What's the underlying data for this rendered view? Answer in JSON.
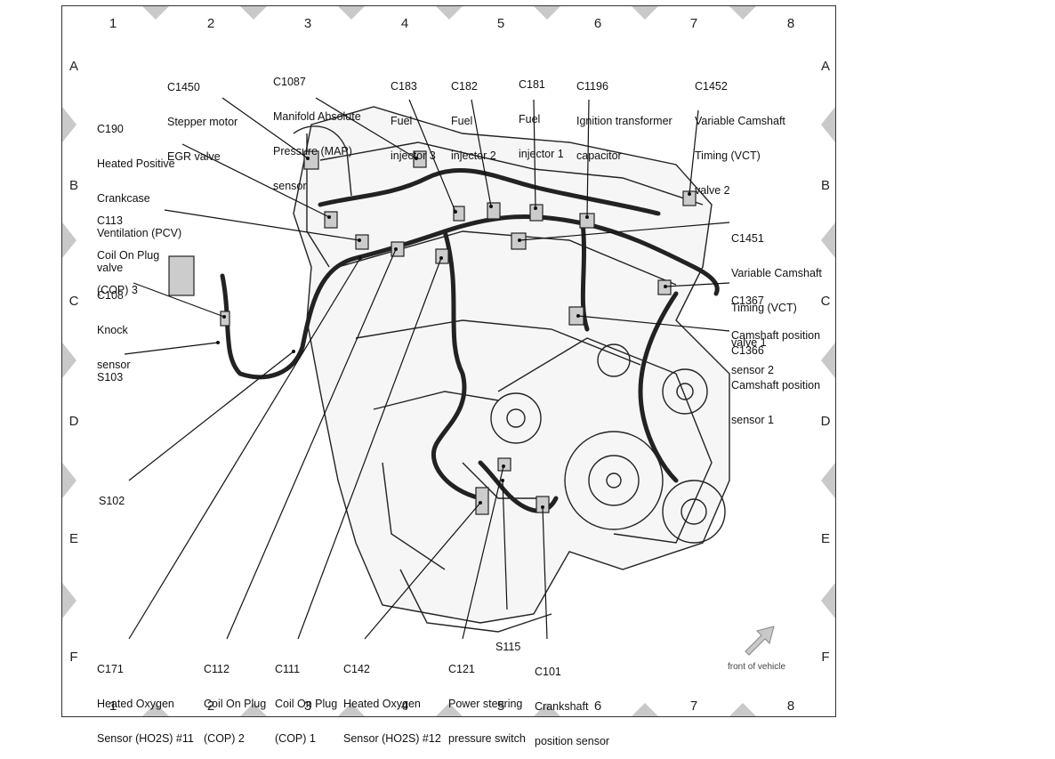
{
  "grid": {
    "columns": [
      "1",
      "2",
      "3",
      "4",
      "5",
      "6",
      "7",
      "8"
    ],
    "rows": [
      "A",
      "B",
      "C",
      "D",
      "E",
      "F"
    ]
  },
  "callouts": {
    "c1450": {
      "code": "C1450",
      "desc": [
        "Stepper motor",
        "EGR valve"
      ]
    },
    "c1087": {
      "code": "C1087",
      "desc": [
        "Manifold Absolute",
        "Pressure (MAP)",
        "sensor"
      ]
    },
    "c183": {
      "code": "C183",
      "desc": [
        "Fuel",
        "injector 3"
      ]
    },
    "c182": {
      "code": "C182",
      "desc": [
        "Fuel",
        "injector 2"
      ]
    },
    "c181": {
      "code": "C181",
      "desc": [
        "Fuel",
        "injector 1"
      ]
    },
    "c1196": {
      "code": "C1196",
      "desc": [
        "Ignition transformer",
        "capacitor"
      ]
    },
    "c1452": {
      "code": "C1452",
      "desc": [
        "Variable Camshaft",
        "Timing (VCT)",
        "valve 2"
      ]
    },
    "c190": {
      "code": "C190",
      "desc": [
        "Heated Positive",
        "Crankcase",
        "Ventilation (PCV)",
        "valve"
      ]
    },
    "c113": {
      "code": "C113",
      "desc": [
        "Coil On Plug",
        "(COP) 3"
      ]
    },
    "c108": {
      "code": "C108",
      "desc": [
        "Knock",
        "sensor"
      ]
    },
    "s103": {
      "code": "S103",
      "desc": []
    },
    "s102": {
      "code": "S102",
      "desc": []
    },
    "c1451": {
      "code": "C1451",
      "desc": [
        "Variable Camshaft",
        "Timing (VCT)",
        "valve 1"
      ]
    },
    "c1367": {
      "code": "C1367",
      "desc": [
        "Camshaft position",
        "sensor 2"
      ]
    },
    "c1366": {
      "code": "C1366",
      "desc": [
        "Camshaft position",
        "sensor 1"
      ]
    },
    "c171": {
      "code": "C171",
      "desc": [
        "Heated Oxygen",
        "Sensor (HO2S) #11"
      ]
    },
    "c112": {
      "code": "C112",
      "desc": [
        "Coil On Plug",
        "(COP) 2"
      ]
    },
    "c111": {
      "code": "C111",
      "desc": [
        "Coil On Plug",
        "(COP) 1"
      ]
    },
    "c142": {
      "code": "C142",
      "desc": [
        "Heated Oxygen",
        "Sensor (HO2S) #12"
      ]
    },
    "c121": {
      "code": "C121",
      "desc": [
        "Power steering",
        "pressure switch"
      ]
    },
    "c101": {
      "code": "C101",
      "desc": [
        "Crankshaft",
        "position sensor"
      ]
    },
    "s115": {
      "code": "S115",
      "desc": []
    }
  },
  "front_of_vehicle": "front of vehicle"
}
